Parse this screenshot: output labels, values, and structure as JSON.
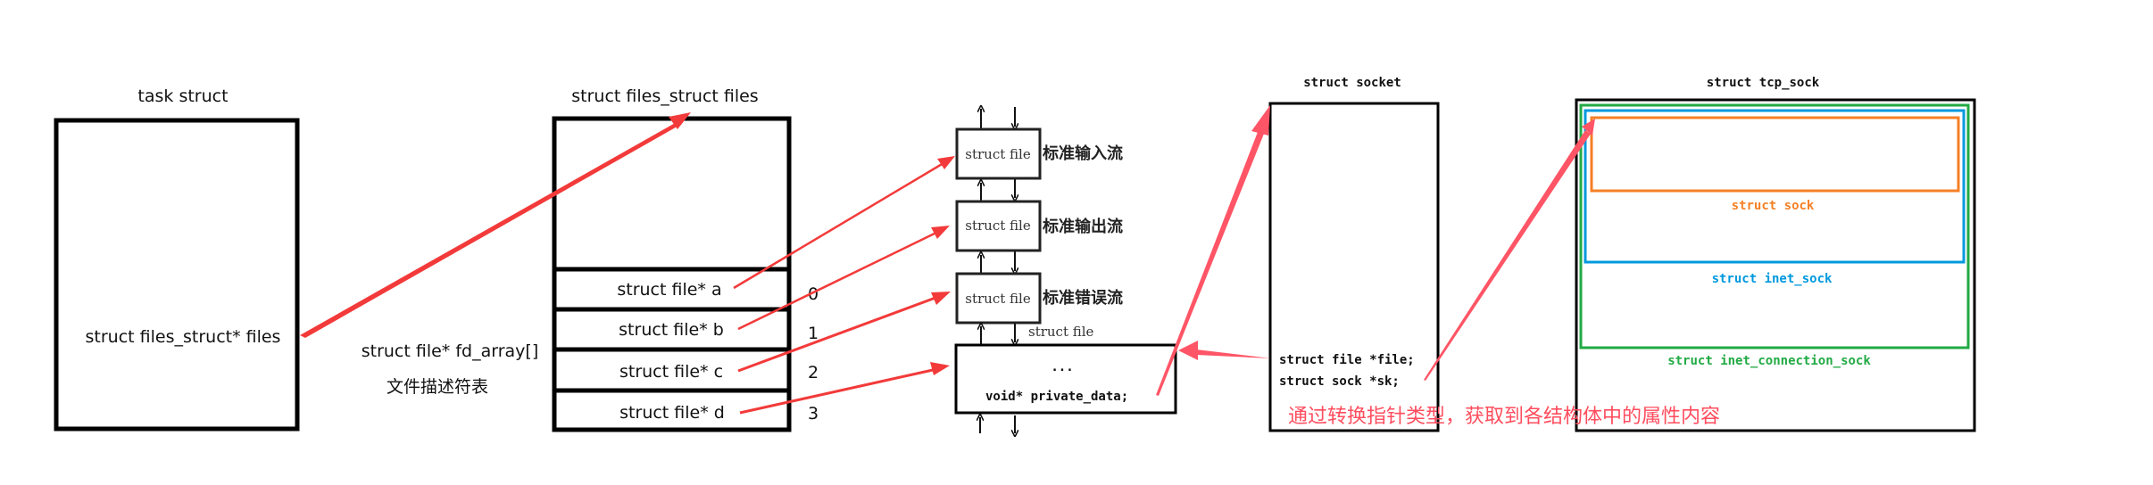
{
  "task_struct": {
    "title": "task struct",
    "field": "struct files_struct* files"
  },
  "files_struct": {
    "title": "struct files_struct files",
    "slots": [
      {
        "label": "struct file* a",
        "index": "0"
      },
      {
        "label": "struct file* b",
        "index": "1"
      },
      {
        "label": "struct file* c",
        "index": "2"
      },
      {
        "label": "struct file* d",
        "index": "3"
      }
    ],
    "array_label": "struct file* fd_array[]",
    "array_caption": "文件描述符表"
  },
  "file_chain": {
    "files": [
      {
        "label": "struct file",
        "caption": "标准输入流"
      },
      {
        "label": "struct file",
        "caption": "标准输出流"
      },
      {
        "label": "struct file",
        "caption": "标准错误流"
      }
    ],
    "last_label": "struct file",
    "last_ellipsis": "...",
    "last_field": "void* private_data;"
  },
  "socket": {
    "title": "struct socket",
    "fields": [
      "struct file *file;",
      "struct sock *sk;"
    ]
  },
  "tcp_sock": {
    "title": "struct tcp_sock",
    "layers": [
      {
        "label": "struct sock",
        "color": "#f58025"
      },
      {
        "label": "struct inet_sock",
        "color": "#0099dd"
      },
      {
        "label": "struct inet_connection_sock",
        "color": "#22aa44"
      }
    ]
  },
  "annotation": {
    "text": "通过转换指针类型，获取到各结构体中的属性内容",
    "color": "#ff4d5e"
  },
  "colors": {
    "arrow": "#f33a3a",
    "arrow_pink": "#ff5566",
    "box": "#000000"
  }
}
